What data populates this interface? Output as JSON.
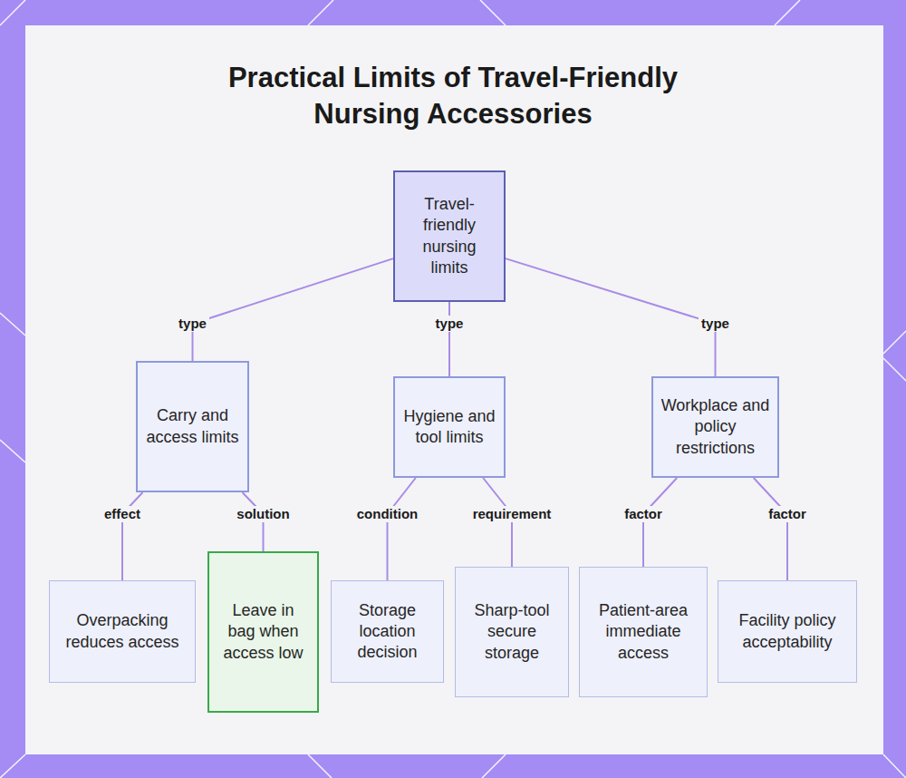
{
  "diagram": {
    "title": "Practical Limits of Travel-Friendly Nursing Accessories",
    "nodes": [
      {
        "text": [
          "Travel-friendly nursing limits"
        ]
      },
      {
        "text": [
          "Carry and access limits"
        ]
      },
      {
        "text": [
          "Hygiene and tool limits"
        ]
      },
      {
        "text": [
          "Workplace and policy restrictions"
        ]
      },
      {
        "text": [
          "Overpacking reduces access"
        ]
      },
      {
        "text": [
          "Leave in bag when access low"
        ]
      },
      {
        "text": [
          "Storage location decision"
        ]
      },
      {
        "text": [
          "Sharp-tool secure storage"
        ]
      },
      {
        "text": [
          "Patient-area immediate access"
        ]
      },
      {
        "text": [
          "Facility policy acceptability"
        ]
      }
    ],
    "edges": [
      {
        "from": 0,
        "to": 1,
        "arrow": "none",
        "label": "type"
      },
      {
        "from": 0,
        "to": 2,
        "arrow": "none",
        "label": "type"
      },
      {
        "from": 0,
        "to": 3,
        "arrow": "none",
        "label": "type"
      },
      {
        "from": 1,
        "to": 4,
        "arrow": "none",
        "label": "effect"
      },
      {
        "from": 1,
        "to": 5,
        "arrow": "none",
        "label": "solution"
      },
      {
        "from": 2,
        "to": 6,
        "arrow": "none",
        "label": "condition"
      },
      {
        "from": 2,
        "to": 7,
        "arrow": "none",
        "label": "requirement"
      },
      {
        "from": 3,
        "to": 8,
        "arrow": "none",
        "label": "factor"
      },
      {
        "from": 3,
        "to": 9,
        "arrow": "none",
        "label": "factor"
      }
    ]
  }
}
